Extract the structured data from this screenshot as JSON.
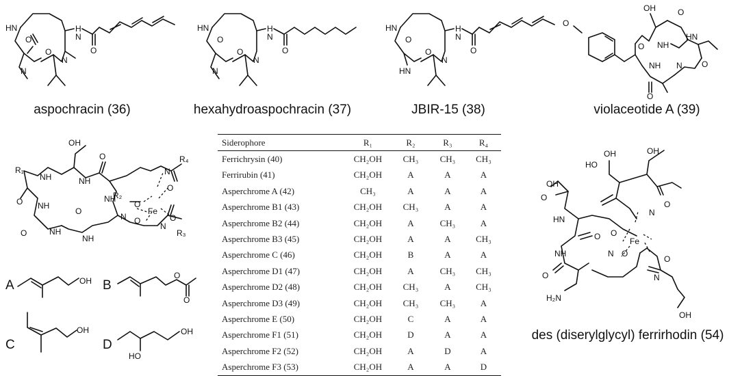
{
  "top_structures": [
    {
      "id": "aspochracin",
      "caption": "aspochracin (36)"
    },
    {
      "id": "hexahydroaspochracin",
      "caption": "hexahydroaspochracin (37)"
    },
    {
      "id": "jbir15",
      "caption": "JBIR-15 (38)"
    },
    {
      "id": "violaceotide",
      "caption": "violaceotide A (39)"
    }
  ],
  "atom_labels": {
    "nh": "NH",
    "n": "N",
    "o": "O",
    "hn": "HN",
    "h": "H",
    "oh": "OH",
    "ho": "HO",
    "fe": "Fe",
    "h2n": "H₂N",
    "r1": "R₁",
    "r2": "R₂",
    "r3": "R₃",
    "r4": "R₄"
  },
  "substituents": {
    "a": "A",
    "b": "B",
    "c": "C",
    "d": "D"
  },
  "table": {
    "headers": [
      "Siderophore",
      "R₁",
      "R₂",
      "R₃",
      "R₄"
    ],
    "rows": [
      [
        "Ferrichrysin (40)",
        "CH₂OH",
        "CH₃",
        "CH₃",
        "CH₃"
      ],
      [
        "Ferrirubin (41)",
        "CH₂OH",
        "A",
        "A",
        "A"
      ],
      [
        "Asperchrome A  (42)",
        "CH₃",
        "A",
        "A",
        "A"
      ],
      [
        "Asperchrome B1  (43)",
        "CH₂OH",
        "CH₃",
        "A",
        "A"
      ],
      [
        "Asperchrome B2  (44)",
        "CH₂OH",
        "A",
        "CH₃",
        "A"
      ],
      [
        "Asperchrome B3  (45)",
        "CH₂OH",
        "A",
        "A",
        "CH₃"
      ],
      [
        "Asperchrome C  (46)",
        "CH₂OH",
        "B",
        "A",
        "A"
      ],
      [
        "Asperchrome D1  (47)",
        "CH₂OH",
        "A",
        "CH₃",
        "CH₃"
      ],
      [
        "Asperchrome D2  (48)",
        "CH₂OH",
        "CH₃",
        "A",
        "CH₃"
      ],
      [
        "Asperchrome D3  (49)",
        "CH₂OH",
        "CH₃",
        "CH₃",
        "A"
      ],
      [
        "Asperchrome E  (50)",
        "CH₂OH",
        "C",
        "A",
        "A"
      ],
      [
        "Asperchrome F1  (51)",
        "CH₂OH",
        "D",
        "A",
        "A"
      ],
      [
        "Asperchrome F2  (52)",
        "CH₂OH",
        "A",
        "D",
        "A"
      ],
      [
        "Asperchrome F3  (53)",
        "CH₂OH",
        "A",
        "A",
        "D"
      ]
    ]
  },
  "right_structure": {
    "caption": "des (diserylglycyl) ferrirhodin (54)"
  }
}
